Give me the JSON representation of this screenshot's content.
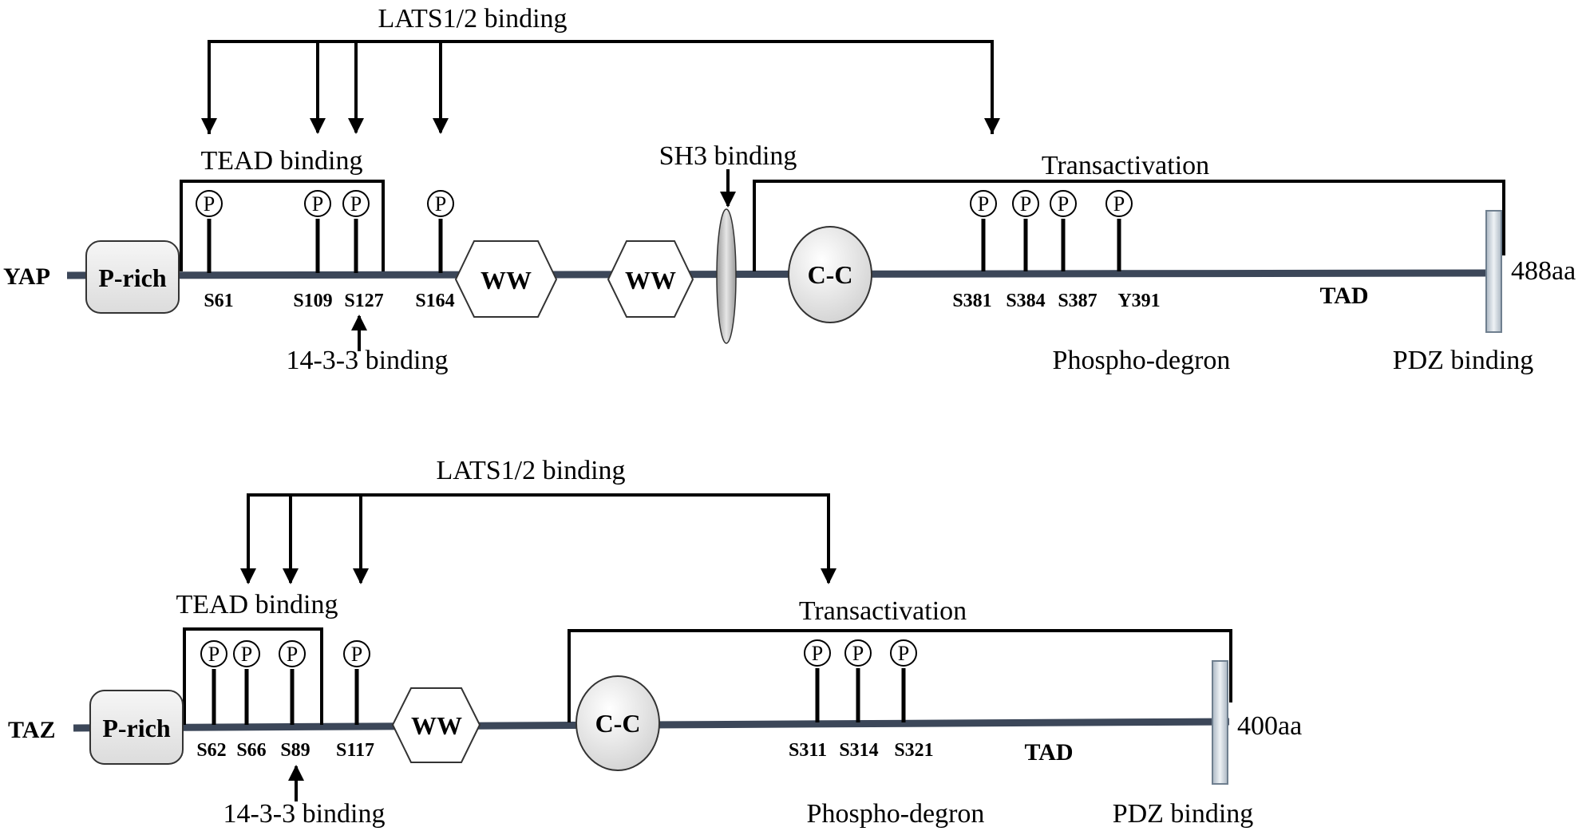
{
  "proteins": [
    {
      "name": "YAP",
      "length": "488aa",
      "lats_label": "LATS1/2 binding",
      "tead_label": "TEAD binding",
      "sh3_label": "SH3 binding",
      "transactivation_label": "Transactivation",
      "fourteen_three_three_label": "14-3-3 binding",
      "phosphodegron_label": "Phospho-degron",
      "pdz_label": "PDZ binding",
      "tad_label": "TAD",
      "prich_label": "P-rich",
      "ww_label": "WW",
      "cc_label": "C-C",
      "phospho_symbol": "P",
      "sites": [
        "S61",
        "S109",
        "S127",
        "S164",
        "S381",
        "S384",
        "S387",
        "Y391"
      ]
    },
    {
      "name": "TAZ",
      "length": "400aa",
      "lats_label": "LATS1/2 binding",
      "tead_label": "TEAD binding",
      "transactivation_label": "Transactivation",
      "fourteen_three_three_label": "14-3-3 binding",
      "phosphodegron_label": "Phospho-degron",
      "pdz_label": "PDZ binding",
      "tad_label": "TAD",
      "prich_label": "P-rich",
      "ww_label": "WW",
      "cc_label": "C-C",
      "phospho_symbol": "P",
      "sites": [
        "S62",
        "S66",
        "S89",
        "S117",
        "S311",
        "S314",
        "S321"
      ]
    }
  ]
}
